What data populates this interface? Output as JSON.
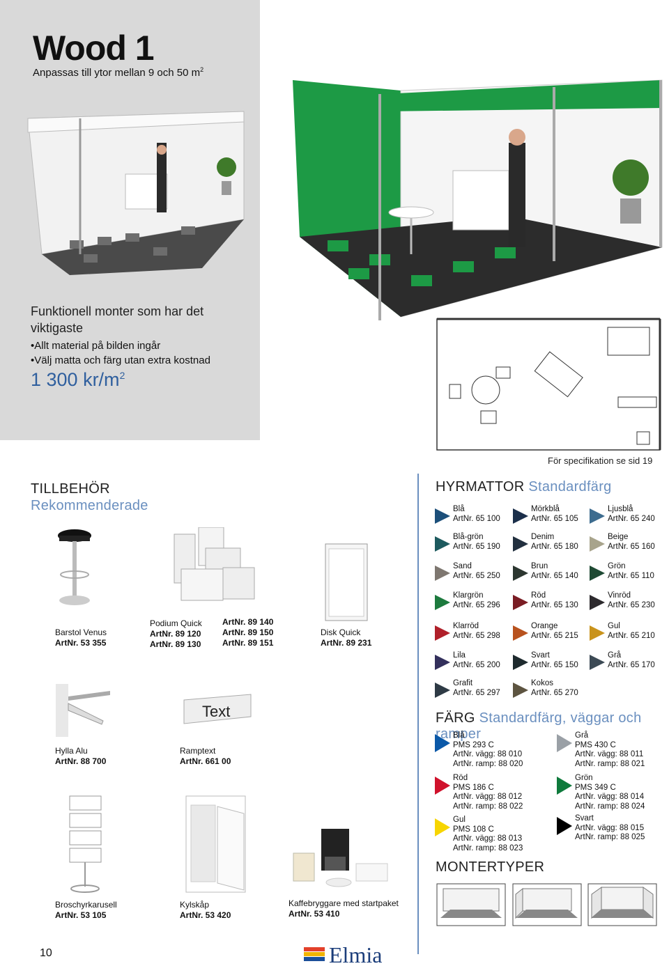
{
  "header": {
    "title": "Wood 1",
    "subtitle": "Anpassas till ytor mellan 9 och 50 m",
    "subtitle_sup": "2"
  },
  "intro": {
    "tagline": "Funktionell monter som har det viktigaste",
    "bullets": [
      "Allt material på bilden ingår",
      "Välj matta och färg utan extra kostnad"
    ],
    "price": "1 300 kr/m",
    "price_sup": "2"
  },
  "spec_note": "För specifikation se sid 19",
  "accessories": {
    "heading": "TILLBEHÖR",
    "subheading": "Rekommenderade",
    "items": [
      {
        "name": "Barstol Venus",
        "artnr": "ArtNr. 53 355"
      },
      {
        "name": "Podium Quick",
        "artnr1": "ArtNr. 89 120",
        "artnr2": "ArtNr. 89 130"
      },
      {
        "artnr1": "ArtNr. 89 140",
        "artnr2": "ArtNr. 89 150",
        "artnr3": "ArtNr. 89 151"
      },
      {
        "name": "Disk Quick",
        "artnr": "ArtNr. 89 231"
      },
      {
        "name": "Hylla Alu",
        "artnr": "ArtNr. 88 700"
      },
      {
        "name": "Ramptext",
        "artnr": "ArtNr. 661 00"
      },
      {
        "name": "Broschyrkarusell",
        "artnr": "ArtNr. 53 105"
      },
      {
        "name": "Kylskåp",
        "artnr": "ArtNr. 53 420"
      },
      {
        "name": "Kaffebryggare med startpaket",
        "artnr": "ArtNr. 53 410"
      }
    ],
    "ramp_sign_text": "Text"
  },
  "carpets": {
    "heading": "HYRMATTOR",
    "heading_accent": "Standardfärg",
    "items": [
      {
        "name": "Blå",
        "artnr": "ArtNr. 65 100",
        "color": "#1c4f7a"
      },
      {
        "name": "Mörkblå",
        "artnr": "ArtNr. 65 105",
        "color": "#1b2f4a"
      },
      {
        "name": "Ljusblå",
        "artnr": "ArtNr. 65 240",
        "color": "#3d6c8f"
      },
      {
        "name": "Blå-grön",
        "artnr": "ArtNr. 65 190",
        "color": "#1d5a5e"
      },
      {
        "name": "Denim",
        "artnr": "ArtNr. 65 180",
        "color": "#22303f"
      },
      {
        "name": "Beige",
        "artnr": "ArtNr. 65 160",
        "color": "#a8a48c"
      },
      {
        "name": "Sand",
        "artnr": "ArtNr. 65 250",
        "color": "#7e7770"
      },
      {
        "name": "Brun",
        "artnr": "ArtNr. 65 140",
        "color": "#2c3630"
      },
      {
        "name": "Grön",
        "artnr": "ArtNr. 65 110",
        "color": "#1f4a34"
      },
      {
        "name": "Klargrön",
        "artnr": "ArtNr. 65 296",
        "color": "#1d7a3e"
      },
      {
        "name": "Röd",
        "artnr": "ArtNr. 65 130",
        "color": "#7a1d24"
      },
      {
        "name": "Vinröd",
        "artnr": "ArtNr. 65 230",
        "color": "#2d2a2e"
      },
      {
        "name": "Klarröd",
        "artnr": "ArtNr. 65 298",
        "color": "#b0202a"
      },
      {
        "name": "Orange",
        "artnr": "ArtNr. 65 215",
        "color": "#b8521e"
      },
      {
        "name": "Gul",
        "artnr": "ArtNr. 65 210",
        "color": "#c9931c"
      },
      {
        "name": "Lila",
        "artnr": "ArtNr. 65 200",
        "color": "#33305c"
      },
      {
        "name": "Svart",
        "artnr": "ArtNr. 65 150",
        "color": "#1e2a2e"
      },
      {
        "name": "Grå",
        "artnr": "ArtNr. 65 170",
        "color": "#3c4a55"
      },
      {
        "name": "Grafit",
        "artnr": "ArtNr. 65 297",
        "color": "#2e3a45"
      },
      {
        "name": "Kokos",
        "artnr": "ArtNr. 65 270",
        "color": "#5d5440"
      }
    ]
  },
  "paint": {
    "heading": "FÄRG",
    "heading_accent": "Standardfärg, väggar och ramper",
    "items": [
      {
        "name": "Blå",
        "pms": "PMS 293 C",
        "wall": "ArtNr. vägg: 88 010",
        "ramp": "ArtNr. ramp: 88 020",
        "color": "#0b59a8"
      },
      {
        "name": "Grå",
        "pms": "PMS 430 C",
        "wall": "ArtNr. vägg: 88 011",
        "ramp": "ArtNr. ramp: 88 021",
        "color": "#9aa0a6"
      },
      {
        "name": "Röd",
        "pms": "PMS 186 C",
        "wall": "ArtNr. vägg: 88 012",
        "ramp": "ArtNr. ramp: 88 022",
        "color": "#d0122c"
      },
      {
        "name": "Grön",
        "pms": "PMS 349 C",
        "wall": "ArtNr. vägg: 88 014",
        "ramp": "ArtNr. ramp: 88 024",
        "color": "#0f7a3c"
      },
      {
        "name": "Gul",
        "pms": "PMS 108 C",
        "wall": "ArtNr. vägg: 88 013",
        "ramp": "ArtNr. ramp: 88 023",
        "color": "#f7d500"
      },
      {
        "name": "Svart",
        "wall": "ArtNr. vägg: 88 015",
        "ramp": "ArtNr. ramp: 88 025",
        "color": "#000000"
      }
    ]
  },
  "booth_types": {
    "heading": "MONTERTYPER"
  },
  "footer": {
    "page_number": "10",
    "logo_text": "Elmia"
  },
  "colors": {
    "accent": "#6a8fbf",
    "booth_green": "#1d9a45",
    "intro_bg": "#d9d9d9"
  }
}
